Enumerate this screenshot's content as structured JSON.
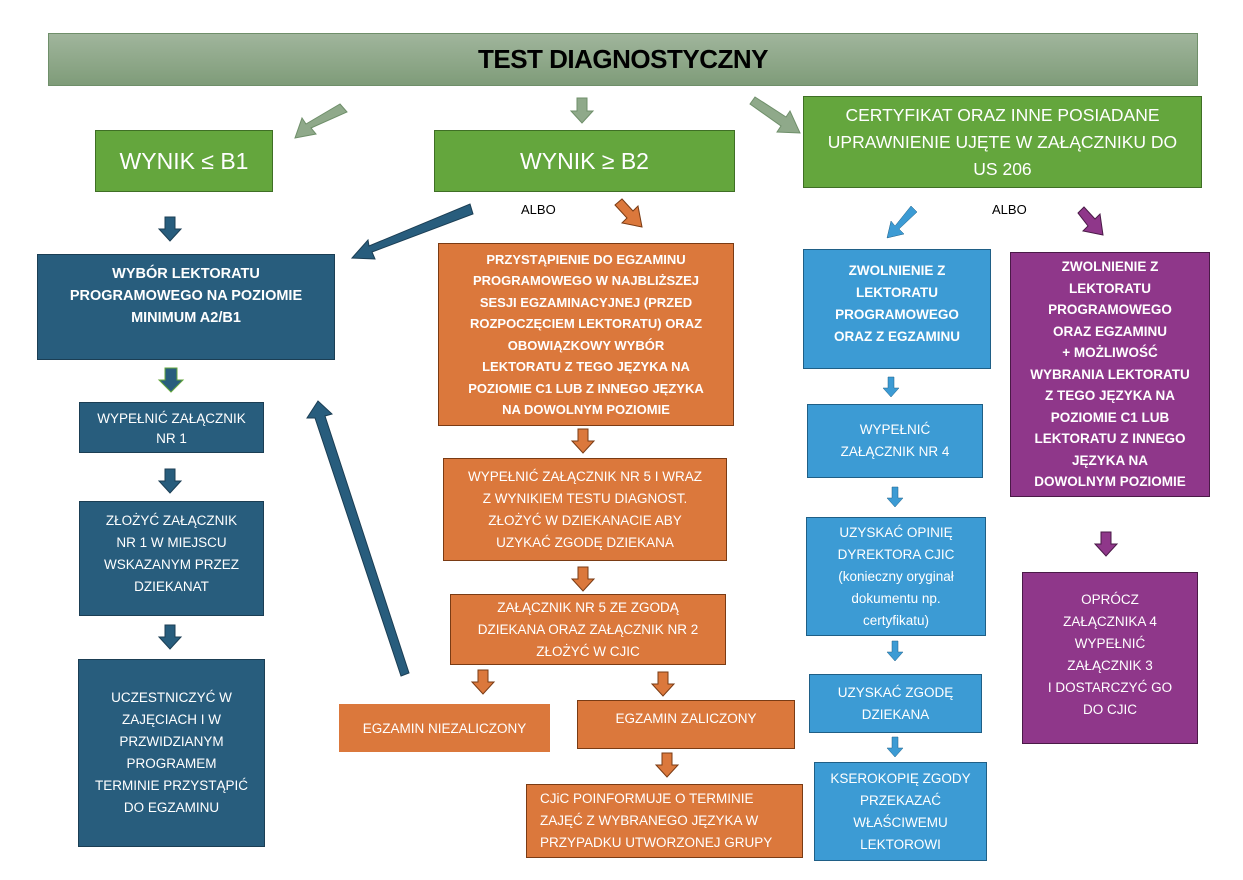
{
  "title": "TEST DIAGNOSTYCZNY",
  "colors": {
    "header_green": "#8fa98a",
    "result_green": "#64a63d",
    "path_navy": "#285d7d",
    "path_orange": "#db783c",
    "path_blue": "#3c9bd4",
    "path_purple": "#8f378a"
  },
  "results": {
    "low": "WYNIK ≤ B1",
    "high": "WYNIK ≥ B2",
    "certificate": "CERTYFIKAT ORAZ INNE POSIADANE\nUPRAWNIENIE UJĘTE W ZAŁĄCZNIKU DO\nUS 206"
  },
  "connectors": {
    "albo_left": "ALBO",
    "albo_right": "ALBO"
  },
  "path_low": {
    "step1": "WYBÓR LEKTORATU\nPROGRAMOWEGO NA POZIOMIE\nMINIMUM A2/B1",
    "step2": "WYPEŁNIĆ ZAŁĄCZNIK\nNR 1",
    "step3": "ZŁOŻYĆ ZAŁĄCZNIK\nNR 1 W MIEJSCU\nWSKAZANYM PRZEZ\nDZIEKANAT",
    "step4": "UCZESTNICZYĆ W\nZAJĘCIACH I W\nPRZWIDZIANYM\nPROGRAMEM\nTERMINIE PRZYSTĄPIĆ\nDO EGZAMINU"
  },
  "path_high": {
    "step1": "PRZYSTĄPIENIE DO EGZAMINU\nPROGRAMOWEGO W NAJBLIŻSZEJ\nSESJI  EGZAMINACYJNEJ (PRZED\nROZPOCZĘCIEM LEKTORATU) ORAZ\nOBOWIĄZKOWY WYBÓR\nLEKTORATU Z TEGO JĘZYKA NA\nPOZIOMIE C1 LUB Z INNEGO JĘZYKA\nNA DOWOLNYM POZIOMIE",
    "step2": "WYPEŁNIĆ ZAŁĄCZNIK NR 5 I WRAZ\nZ WYNIKIEM TESTU DIAGNOST.\nZŁOŻYĆ W DZIEKANACIE ABY\nUZYKAĆ ZGODĘ DZIEKANA",
    "step3": "ZAŁĄCZNIK NR 5 ZE ZGODĄ\nDZIEKANA ORAZ ZAŁĄCZNIK NR 2\nZŁOŻYĆ W CJIC",
    "fail": "EGZAMIN NIEZALICZONY",
    "pass": "EGZAMIN ZALICZONY",
    "final": "CJiC POINFORMUJE O TERMINIE\nZAJĘĆ Z WYBRANEGO JĘZYKA W\nPRZYPADKU UTWORZONEJ GRUPY"
  },
  "path_cert_exempt": {
    "step1": "ZWOLNIENIE Z\nLEKTORATU\nPROGRAMOWEGO\nORAZ Z EGZAMINU",
    "step2": "WYPEŁNIĆ\nZAŁĄCZNIK NR 4",
    "step3": "UZYSKAĆ OPINIĘ\nDYREKTORA CJIC\n(konieczny oryginał\ndokumentu np.\ncertyfikatu)",
    "step4": "UZYSKAĆ ZGODĘ\nDZIEKANA",
    "step5": "KSEROKOPIĘ ZGODY\nPRZEKAZAĆ\nWŁAŚCIWEMU\nLEKTOROWI"
  },
  "path_cert_optional": {
    "step1": "ZWOLNIENIE Z\nLEKTORATU\nPROGRAMOWEGO\nORAZ EGZAMINU\n+  MOŻLIWOŚĆ\nWYBRANIA LEKTORATU\nZ TEGO JĘZYKA NA\nPOZIOMIE C1 LUB\nLEKTORATU Z INNEGO\nJĘZYKA NA\nDOWOLNYM POZIOMIE",
    "step2": "OPRÓCZ\nZAŁĄCZNIKA 4\nWYPEŁNIĆ\nZAŁĄCZNIK 3\nI DOSTARCZYĆ GO\nDO CJIC"
  }
}
